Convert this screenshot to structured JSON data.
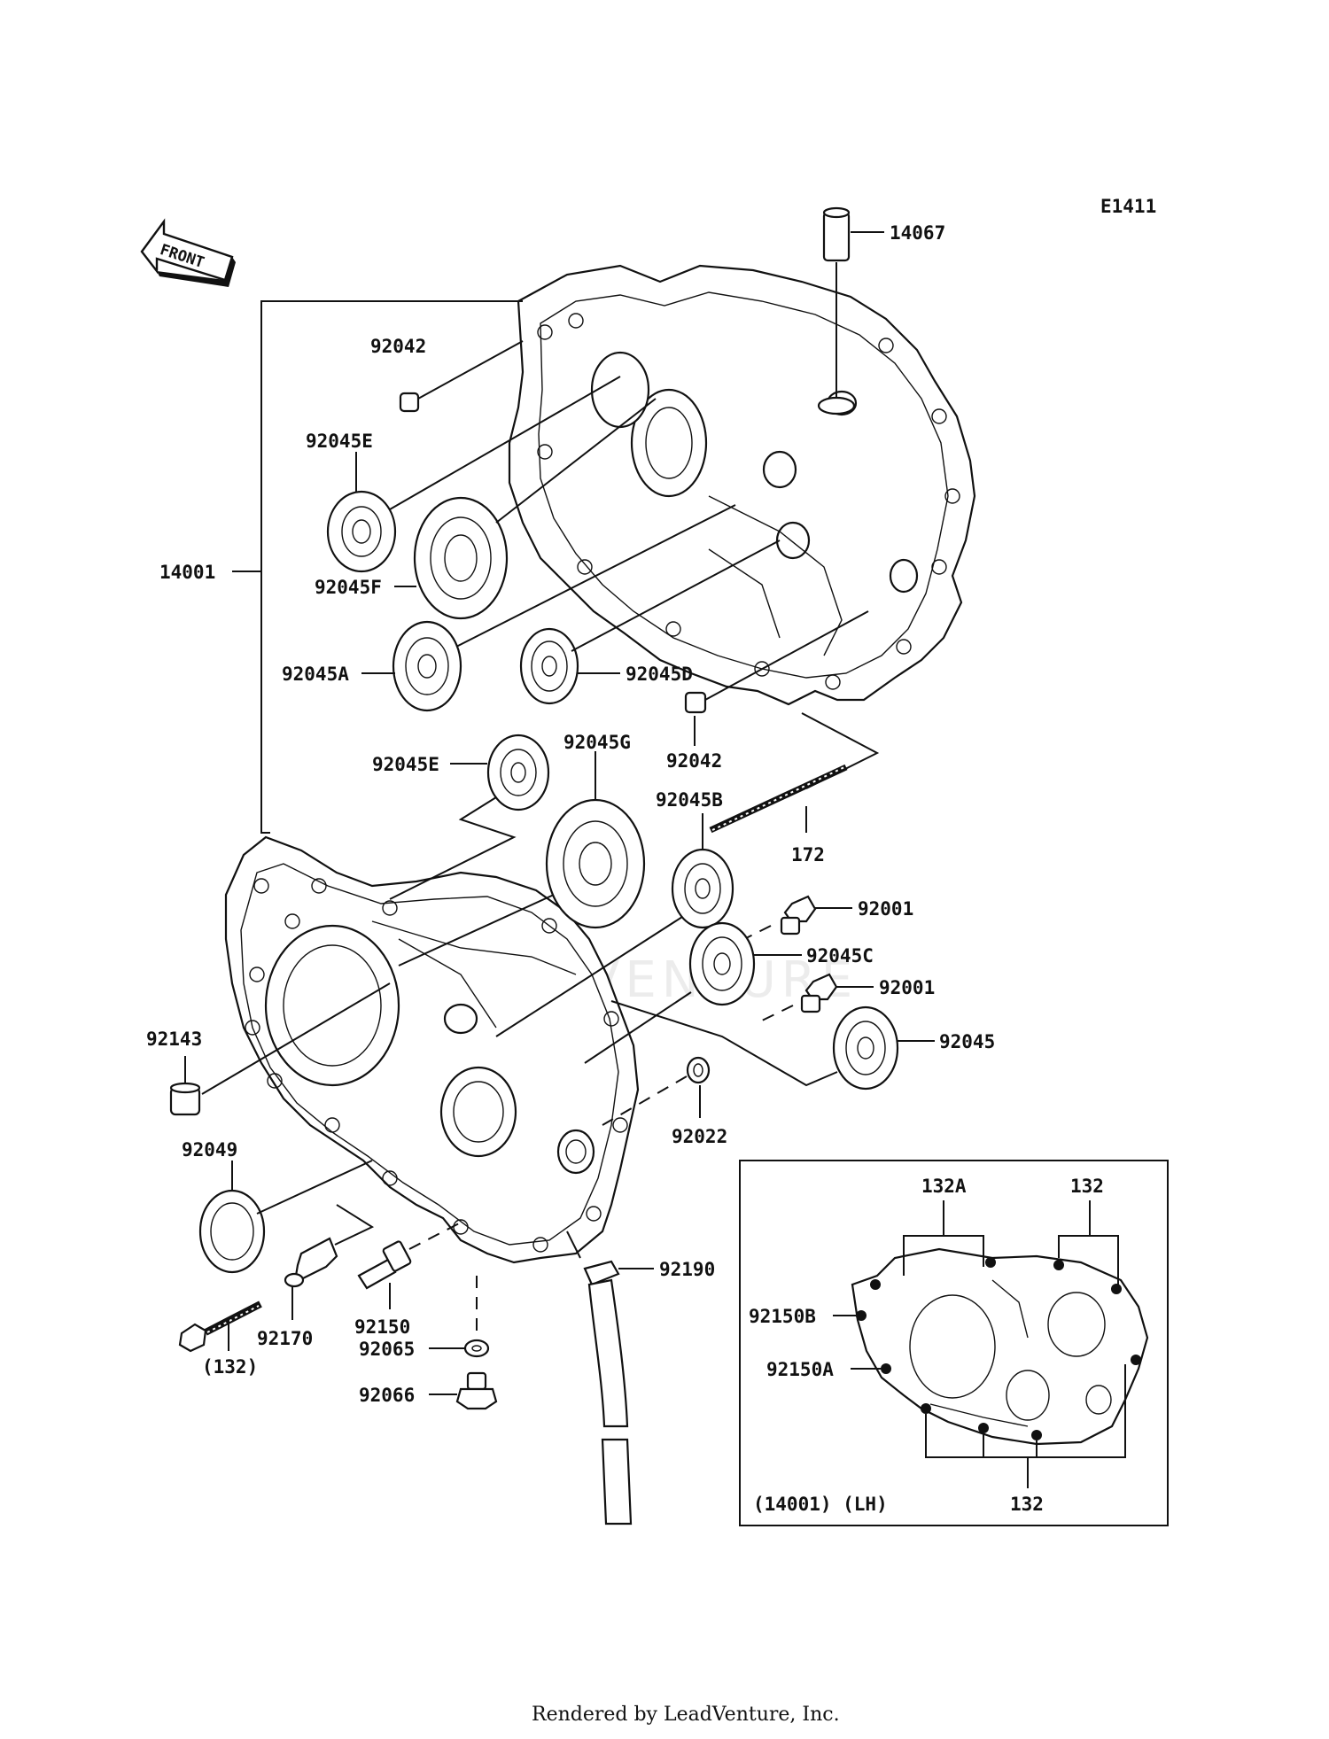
{
  "diagram_code": "E1411",
  "front_label": "FRONT",
  "watermark": "LEADVENTURE",
  "labels": {
    "p14067": "14067",
    "p92042_top": "92042",
    "p92045E_top": "92045E",
    "p14001": "14001",
    "p92045F": "92045F",
    "p92045A": "92045A",
    "p92045D": "92045D",
    "p92042_mid": "92042",
    "p92045E_mid": "92045E",
    "p92045G": "92045G",
    "p92045B": "92045B",
    "p172": "172",
    "p92001_a": "92001",
    "p92045C": "92045C",
    "p92001_b": "92001",
    "p92143": "92143",
    "p92045": "92045",
    "p92022": "92022",
    "p92049": "92049",
    "p92190": "92190",
    "p92150": "92150",
    "p92170": "92170",
    "p132_paren": "(132)",
    "p92065": "92065",
    "p92066": "92066"
  },
  "inset": {
    "p132A": "132A",
    "p132_top": "132",
    "p92150B": "92150B",
    "p92150A": "92150A",
    "p132_bottom": "132",
    "caption": "(14001) (LH)"
  },
  "footer": "Rendered by LeadVenture, Inc."
}
